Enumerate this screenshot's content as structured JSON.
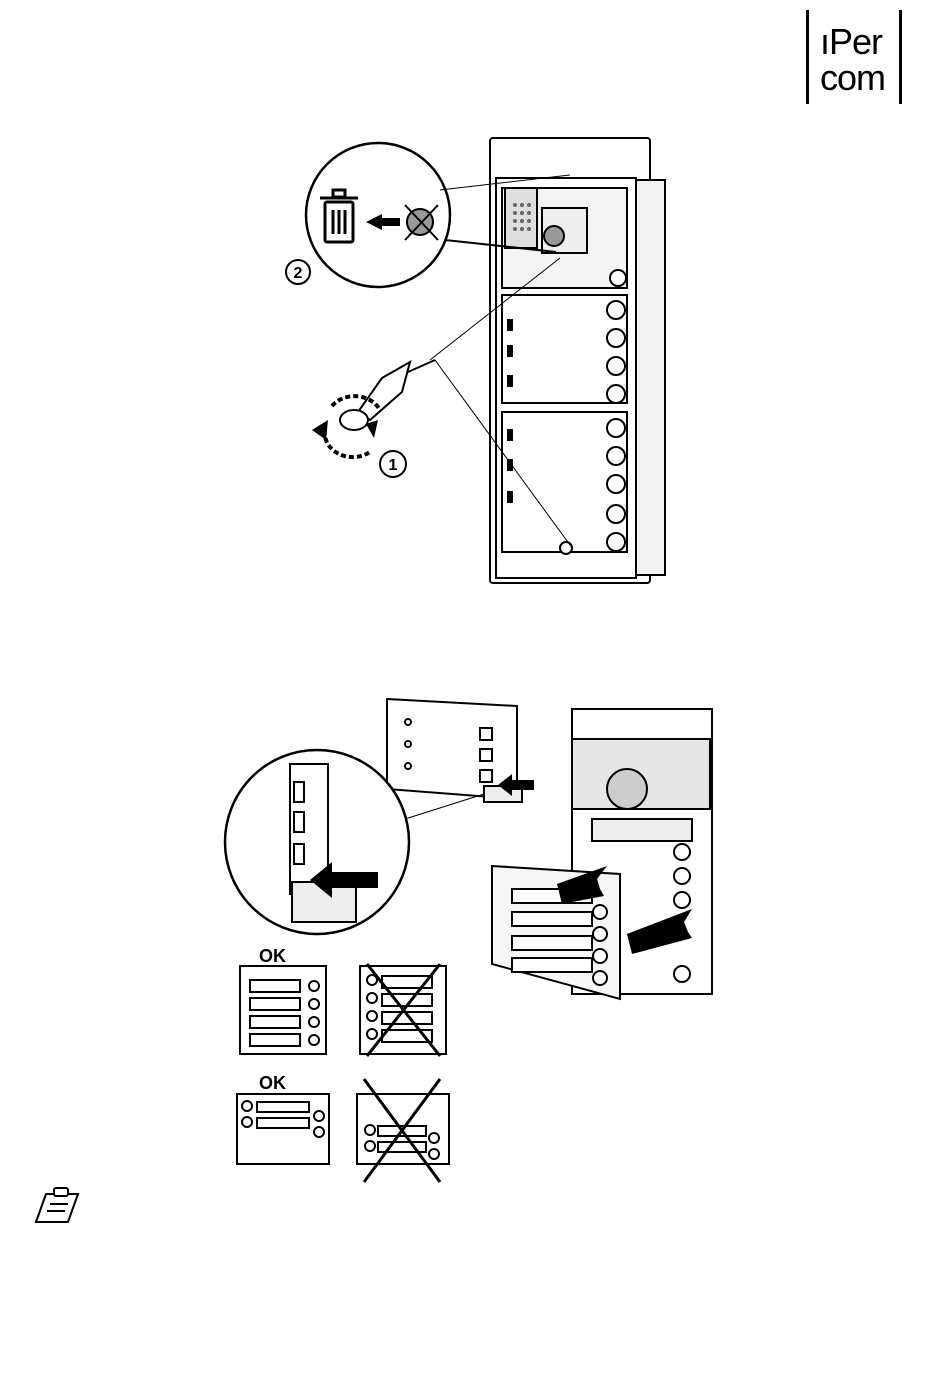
{
  "logo": {
    "line1": "Per",
    "line2": "com",
    "prefix_mark": "ı"
  },
  "figure1": {
    "callout_numbers": [
      "1",
      "2"
    ],
    "trash_icon": "trash-icon",
    "screwdriver_icon": "screwdriver-icon",
    "rotate_icon": "rotate-arrows-icon"
  },
  "figure2": {
    "ok_labels": [
      "OK",
      "OK"
    ],
    "cross_icon": "cross-icon"
  },
  "note_icon": "clipboard-note-icon"
}
